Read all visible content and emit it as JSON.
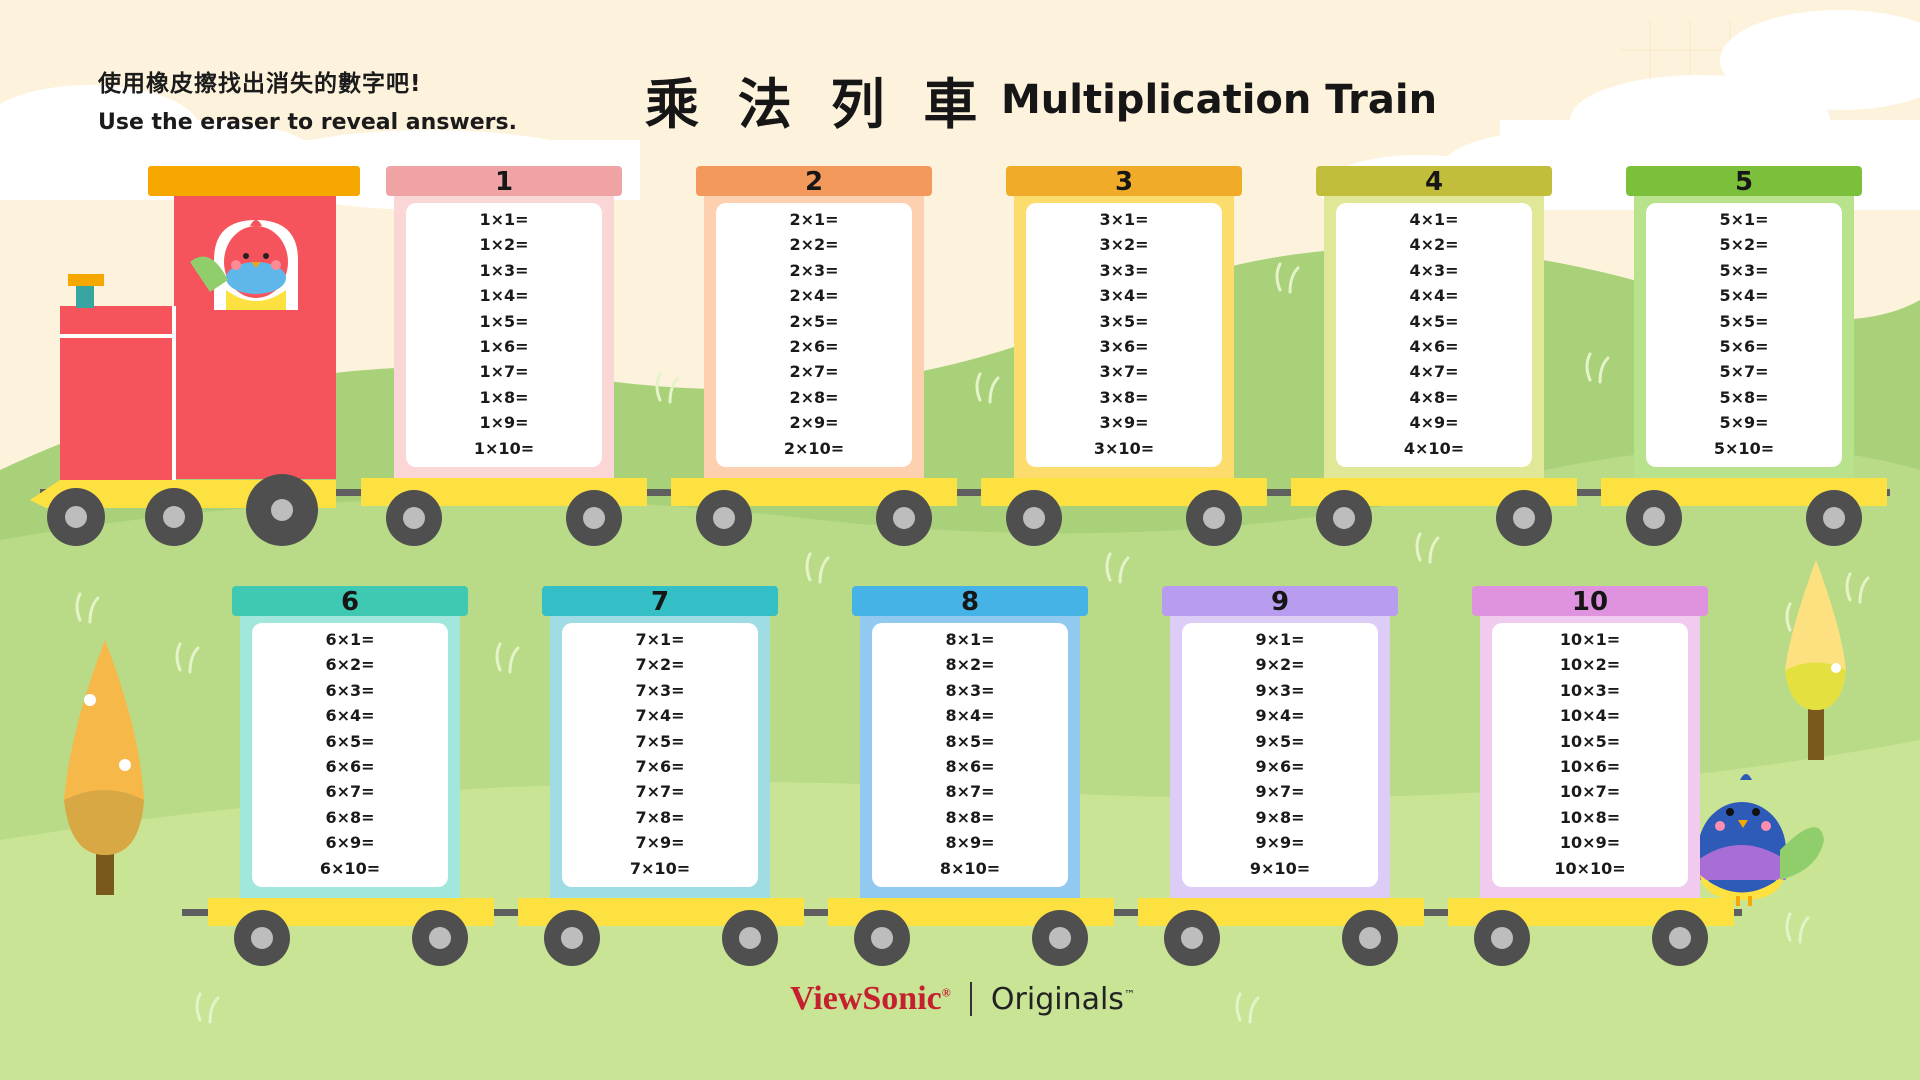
{
  "instructions": {
    "zh": "使用橡皮擦找出消失的數字吧!",
    "en": "Use the eraser to reveal answers."
  },
  "title": {
    "zh": "乘 法 列 車",
    "en": "Multiplication Train"
  },
  "footer": {
    "brand": "ViewSonic",
    "brand_symbol": "®",
    "line": "Originals",
    "tm": "™"
  },
  "colors": {
    "sky": "#fdf3dd",
    "grass_back": "#a9d17a",
    "grass_front": "#c9e495",
    "rail": "#5f5f5f",
    "chassis": "#fde140",
    "wheel": "#4f4f4f",
    "wheel_hub": "#bdbdbd",
    "engine": "#f5545c",
    "engine_roof": "#f7a800"
  },
  "cars": [
    {
      "number": "1",
      "roof": "#f0a3a5",
      "body": "#fbd6d7",
      "equations": [
        "1×1=",
        "1×2=",
        "1×3=",
        "1×4=",
        "1×5=",
        "1×6=",
        "1×7=",
        "1×8=",
        "1×9=",
        "1×10="
      ]
    },
    {
      "number": "2",
      "roof": "#f3995b",
      "body": "#fdd0b0",
      "equations": [
        "2×1=",
        "2×2=",
        "2×3=",
        "2×4=",
        "2×5=",
        "2×6=",
        "2×7=",
        "2×8=",
        "2×9=",
        "2×10="
      ]
    },
    {
      "number": "3",
      "roof": "#f0ac28",
      "body": "#fddc6e",
      "equations": [
        "3×1=",
        "3×2=",
        "3×3=",
        "3×4=",
        "3×5=",
        "3×6=",
        "3×7=",
        "3×8=",
        "3×9=",
        "3×10="
      ]
    },
    {
      "number": "4",
      "roof": "#c2be3c",
      "body": "#e0e797",
      "equations": [
        "4×1=",
        "4×2=",
        "4×3=",
        "4×4=",
        "4×5=",
        "4×6=",
        "4×7=",
        "4×8=",
        "4×9=",
        "4×10="
      ]
    },
    {
      "number": "5",
      "roof": "#7cbf3a",
      "body": "#b8e28c",
      "equations": [
        "5×1=",
        "5×2=",
        "5×3=",
        "5×4=",
        "5×5=",
        "5×6=",
        "5×7=",
        "5×8=",
        "5×9=",
        "5×10="
      ]
    },
    {
      "number": "6",
      "roof": "#40c9b2",
      "body": "#a2e7dc",
      "equations": [
        "6×1=",
        "6×2=",
        "6×3=",
        "6×4=",
        "6×5=",
        "6×6=",
        "6×7=",
        "6×8=",
        "6×9=",
        "6×10="
      ]
    },
    {
      "number": "7",
      "roof": "#34bfc7",
      "body": "#9fdce3",
      "equations": [
        "7×1=",
        "7×2=",
        "7×3=",
        "7×4=",
        "7×5=",
        "7×6=",
        "7×7=",
        "7×8=",
        "7×9=",
        "7×10="
      ]
    },
    {
      "number": "8",
      "roof": "#45b3e6",
      "body": "#92c9f0",
      "equations": [
        "8×1=",
        "8×2=",
        "8×3=",
        "8×4=",
        "8×5=",
        "8×6=",
        "8×7=",
        "8×8=",
        "8×9=",
        "8×10="
      ]
    },
    {
      "number": "9",
      "roof": "#b89cf0",
      "body": "#ddccf6",
      "equations": [
        "9×1=",
        "9×2=",
        "9×3=",
        "9×4=",
        "9×5=",
        "9×6=",
        "9×7=",
        "9×8=",
        "9×9=",
        "9×10="
      ]
    },
    {
      "number": "10",
      "roof": "#df92de",
      "body": "#f0cbef",
      "equations": [
        "10×1=",
        "10×2=",
        "10×3=",
        "10×4=",
        "10×5=",
        "10×6=",
        "10×7=",
        "10×8=",
        "10×9=",
        "10×10="
      ]
    }
  ]
}
